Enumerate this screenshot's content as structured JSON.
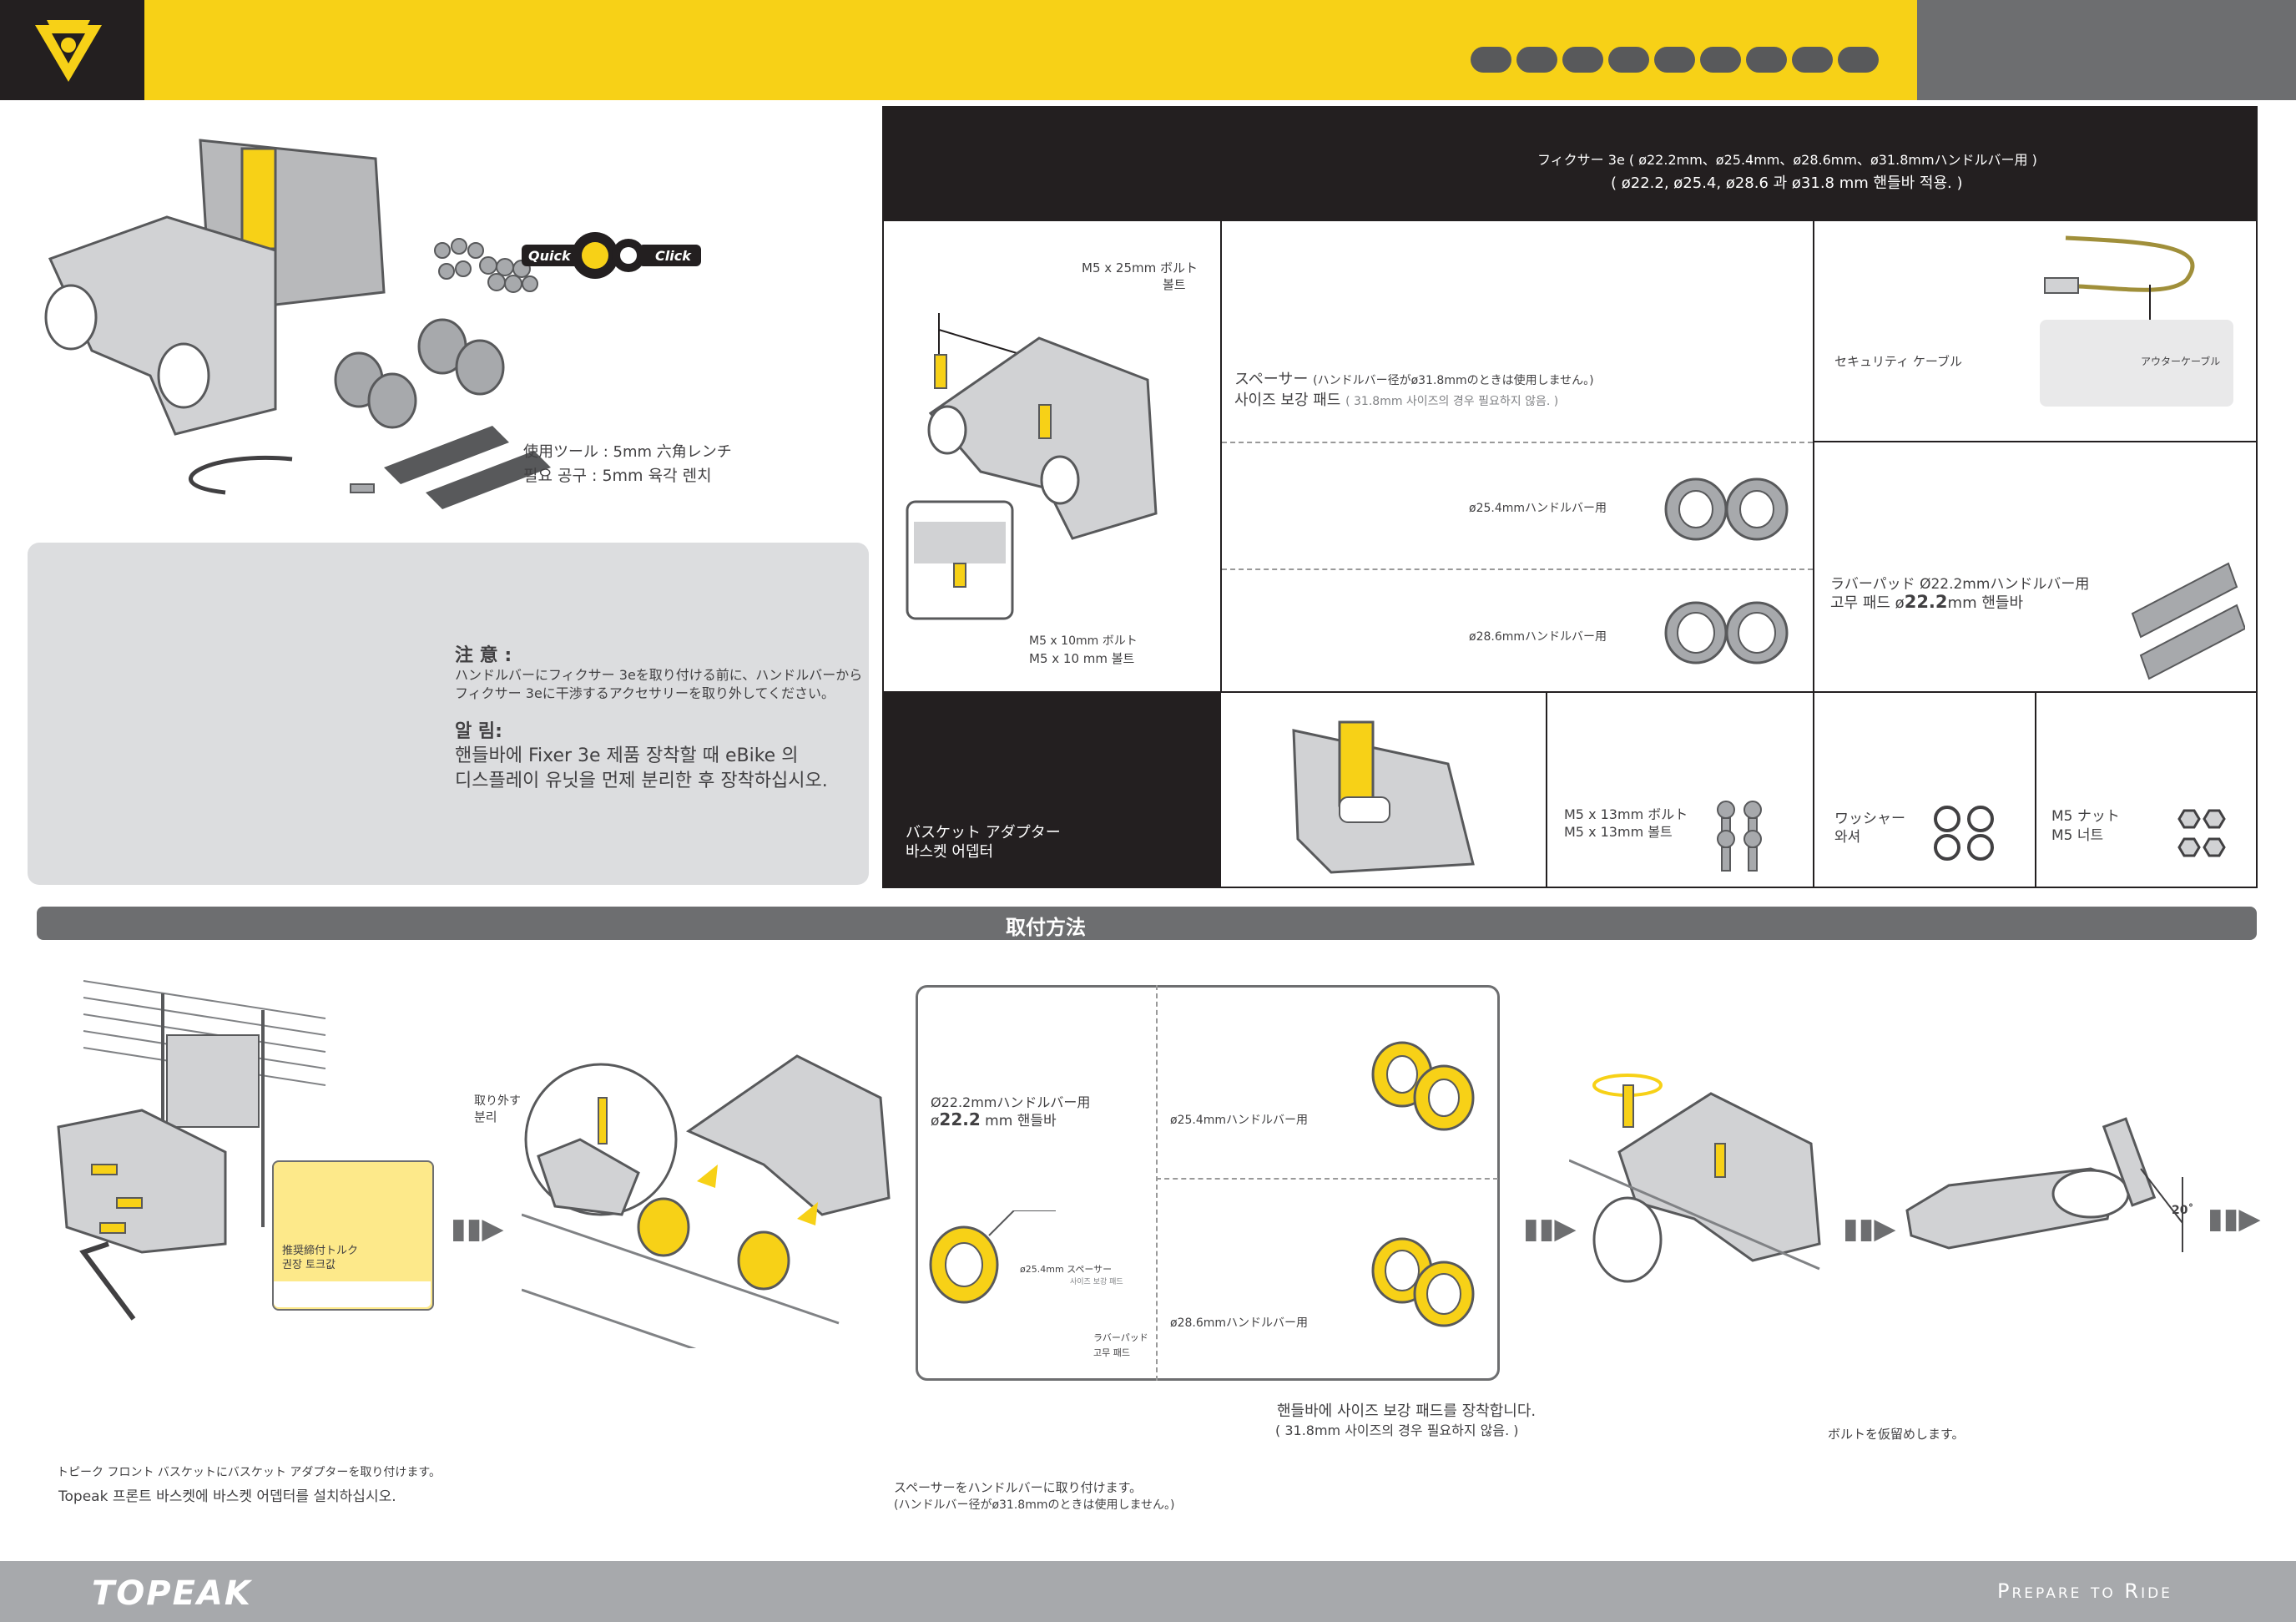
{
  "header": {
    "colors": {
      "yellow": "#f7d117",
      "dark": "#231f20",
      "gray": "#6d6e70"
    },
    "logo_icon": "topeak-triangle-logo-icon"
  },
  "contents": {
    "tool_line_jp": "使用ツール : 5mm 六角レンチ",
    "tool_line_kr": "필요 공구 : 5mm 육각 렌치",
    "quick_click_badge": "Quick Click"
  },
  "notice": {
    "title_jp": "注 意 :",
    "body_jp_1": "ハンドルバーにフィクサー 3eを取り付ける前に、ハンドルバーから",
    "body_jp_2": "フィクサー 3eに干渉するアクセサリーを取り外してください。",
    "title_kr": "알 림:",
    "body_kr_1": "핸들바에 Fixer 3e 제품 장착할 때 eBike 의",
    "body_kr_2": "디스플레이 유닛을 먼제 분리한 후 장착하십시오."
  },
  "parts_table": {
    "header_jp": "フィクサー 3e ( ø22.2mm、ø25.4mm、ø28.6mm、ø31.8mmハンドルバー用 )",
    "header_kr": "( ø22.2, ø25.4, ø28.6 과 ø31.8 mm 핸들바 적용. )",
    "bolt_m5x25_jp": "M5 x 25mm ボルト",
    "bolt_m5x25_kr": "볼트",
    "bolt_m5x10_jp": "M5 x 10mm ボルト",
    "bolt_m5x10_kr": "M5 x 10 mm 볼트",
    "spacer_jp": "スペーサー",
    "spacer_jp_note": "(ハンドルバー径がø31.8mmのときは使用しません。)",
    "spacer_kr": "사이즈 보강 패드",
    "spacer_kr_note": "( 31.8mm 사이즈의 경우 필요하지 않음. )",
    "spacer_254": "ø25.4mmハンドルバー用",
    "spacer_286": "ø28.6mmハンドルバー用",
    "security_cable": "セキュリティ ケーブル",
    "outer_cable": "アウターケーブル",
    "rubber_pad_jp": "ラバーパッド  Ø22.2mmハンドルバー用",
    "rubber_pad_kr_a": "고무 패드  ø",
    "rubber_pad_kr_b": "22.2",
    "rubber_pad_kr_c": "mm 핸들바",
    "basket_adapter_jp": "バスケット アダプター",
    "basket_adapter_kr": "바스켓 어뎁터",
    "bolt_m5x13_jp": "M5 x 13mm ボルト",
    "bolt_m5x13_kr": "M5 x 13mm 볼트",
    "washer_jp": "ワッシャー",
    "washer_kr": "와셔",
    "nut_jp": "M5 ナット",
    "nut_kr": "M5 너트"
  },
  "install": {
    "section_title": "取付方法",
    "remove_jp": "取り外す",
    "remove_kr": "분리",
    "torque_jp": "推奨締付トルク",
    "torque_kr": "권장 토크값",
    "step1_jp": "トピーク フロント バスケットにバスケット アダプターを取り付けます。",
    "step1_kr": "Topeak 프론트 바스켓에 바스켓 어뎁터를 설치하십시오.",
    "step2_jp_1": "スペーサーをハンドルバーに取り付けます。",
    "step2_jp_2": "(ハンドルバー径がø31.8mmのときは使用しません。)",
    "box_222_jp": "Ø22.2mmハンドルバー用",
    "box_222_kr_a": "ø",
    "box_222_kr_b": "22.2",
    "box_222_kr_c": "mm 핸들바",
    "box_254": "ø25.4mmハンドルバー用",
    "box_286": "ø28.6mmハンドルバー用",
    "box_spacer_lbl_1": "ø25.4mm スペーサー",
    "box_spacer_lbl_2": "사이즈 보강 패드",
    "box_rubber_lbl_1": "ラバーパッド",
    "box_rubber_lbl_2": "고무 패드",
    "step3_kr_1": "핸들바에 사이즈 보강 패드를 장착합니다.",
    "step3_kr_2": "( 31.8mm 사이즈의 경우 필요하지 않음. )",
    "step4_jp": "ボルトを仮留めします。",
    "angle": "20˚"
  },
  "footer": {
    "brand": "TOPEAK",
    "slogan": "Prepare to Ride"
  }
}
